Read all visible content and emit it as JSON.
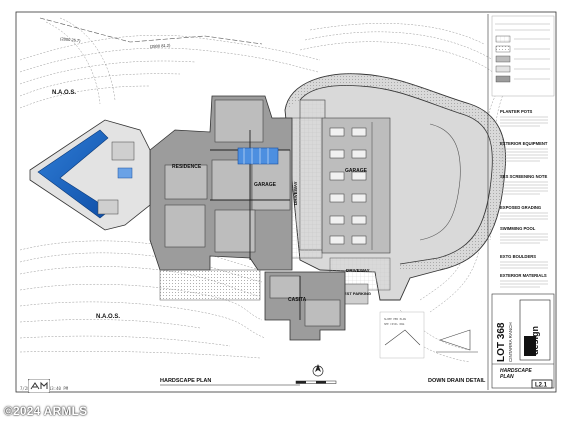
{
  "plan": {
    "naos_top": "N.A.O.S.",
    "naos_bottom": "N.A.O.S.",
    "residence": "RESIDENCE",
    "garage_main": "GARAGE",
    "garage_right": "GARAGE",
    "driveway_main": "DRIVEWAY",
    "driveway_lower": "DRIVEWAY",
    "casita": "CASITA",
    "guest_parking": "GUEST PARKING"
  },
  "notes": {
    "planter_pots": "PLANTER POTS",
    "exterior_equipment": "EXTERIOR EQUIPMENT",
    "ses_screening": "SES SCREENING NOTE",
    "exposed_grading": "EXPOSED GRADING",
    "swimming_pool": "SWIMMING POOL",
    "extg_boulders": "EXTG BOULDERS",
    "exterior_materials": "EXTERIOR MATERIALS"
  },
  "title_block": {
    "lot": "LOT 368",
    "project": "CINTARRA RANCH",
    "firm": "design",
    "sheet_title_1": "HARDSCAPE",
    "sheet_title_2": "PLAN",
    "sheet_number": "L2.1"
  },
  "footer": {
    "hardscape_plan": "HARDSCAPE PLAN",
    "down_drain_detail": "DOWN DRAIN DETAIL",
    "timestamp": "7/28/2024 5:13:40 PM"
  },
  "watermark": {
    "copyright": "©2024 ARMLS"
  }
}
